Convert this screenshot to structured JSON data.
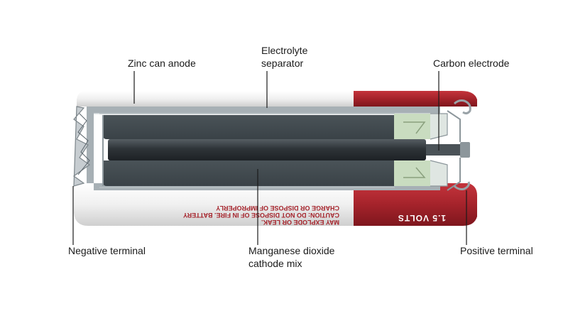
{
  "labels": {
    "zinc_can_anode": "Zinc can anode",
    "electrolyte_separator": [
      "Electrolyte",
      "separator"
    ],
    "carbon_electrode": "Carbon electrode",
    "negative_terminal": "Negative terminal",
    "manganese_dioxide": [
      "Manganese dioxide",
      "cathode mix"
    ],
    "positive_terminal": "Positive terminal"
  },
  "battery_print": {
    "voltage": "1.5 VOLTS",
    "warning_line1": "MAY EXPLODE OR LEAK.",
    "warning_line2": "CAUTION: DO NOT DISPOSE OF IN FIRE. BATTERY",
    "warning_line3": "CHARGE OR DISPOSE OF IMPROPERLY"
  },
  "colors": {
    "casing_white": "#f4f4f4",
    "casing_red": "#a5232b",
    "zinc": "#9aa3a8",
    "cathode_mix": "#3f474d",
    "carbon_rod": "#2e3438",
    "seal": "#c9dcc0"
  }
}
